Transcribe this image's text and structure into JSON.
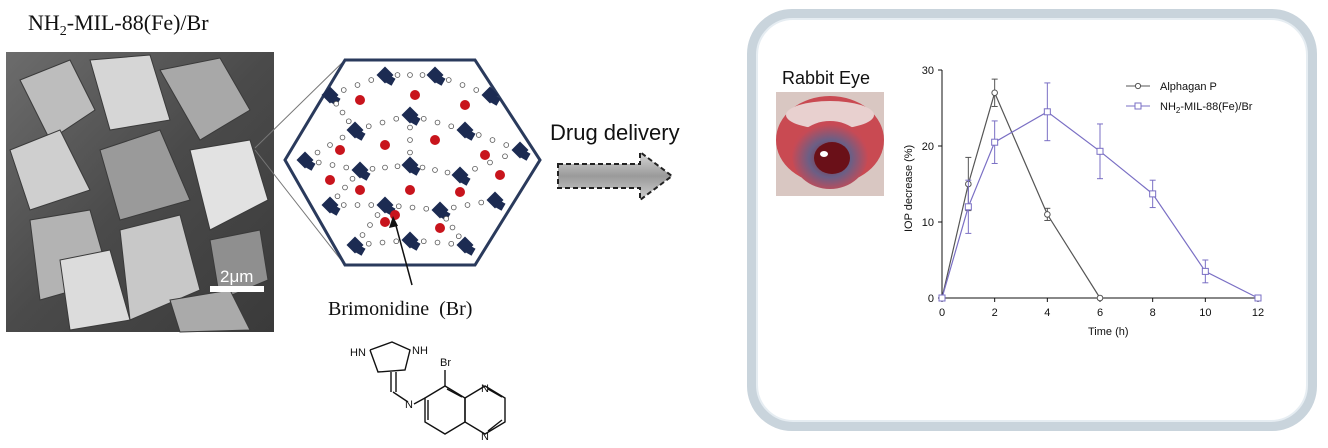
{
  "title": {
    "main": "NH",
    "sub": "2",
    "rest": "-MIL-88(Fe)/Br"
  },
  "sem_image": {
    "scale_bar_label": "2μm"
  },
  "molecule_label": "Brimonidine  (Br)",
  "structure": {
    "atom_nh_top": "NH",
    "atom_hn": "HN",
    "atom_n_link": "N",
    "atom_br": "Br",
    "atom_n_ring1": "N",
    "atom_n_ring2": "N"
  },
  "arrow_label": "Drug delivery",
  "photo_label": "Rabbit Eye",
  "colors": {
    "framework_node": "#1c2b52",
    "drug_dot": "#c8141c",
    "hexagon_border": "#2a3a5c",
    "panel_border": "#c9d4dc",
    "series_alphagan": "#555555",
    "series_mof": "#7a6fc4"
  },
  "chart_data": {
    "type": "line",
    "xlabel": "Time (h)",
    "ylabel": "IOP decrease (%)",
    "xlim": [
      0,
      12
    ],
    "ylim": [
      0,
      30
    ],
    "xticks": [
      0,
      2,
      4,
      6,
      8,
      10,
      12
    ],
    "yticks": [
      0,
      10,
      20,
      30
    ],
    "legend_position": "top-right",
    "series": [
      {
        "name": "Alphagan P",
        "marker": "circle",
        "color": "#555555",
        "x": [
          0,
          1,
          2,
          4,
          6
        ],
        "y": [
          0,
          15,
          27,
          11,
          0
        ],
        "err": [
          0,
          3.5,
          1.8,
          0.8,
          0
        ]
      },
      {
        "name_main": "NH",
        "name_sub": "2",
        "name_rest": "-MIL-88(Fe)/Br",
        "marker": "square",
        "color": "#7a6fc4",
        "x": [
          0,
          1,
          2,
          4,
          6,
          8,
          10,
          12
        ],
        "y": [
          0,
          12,
          20.5,
          24.5,
          19.3,
          13.7,
          3.5,
          0
        ],
        "err": [
          0,
          3.5,
          2.8,
          3.8,
          3.6,
          1.8,
          1.5,
          0
        ]
      }
    ]
  }
}
